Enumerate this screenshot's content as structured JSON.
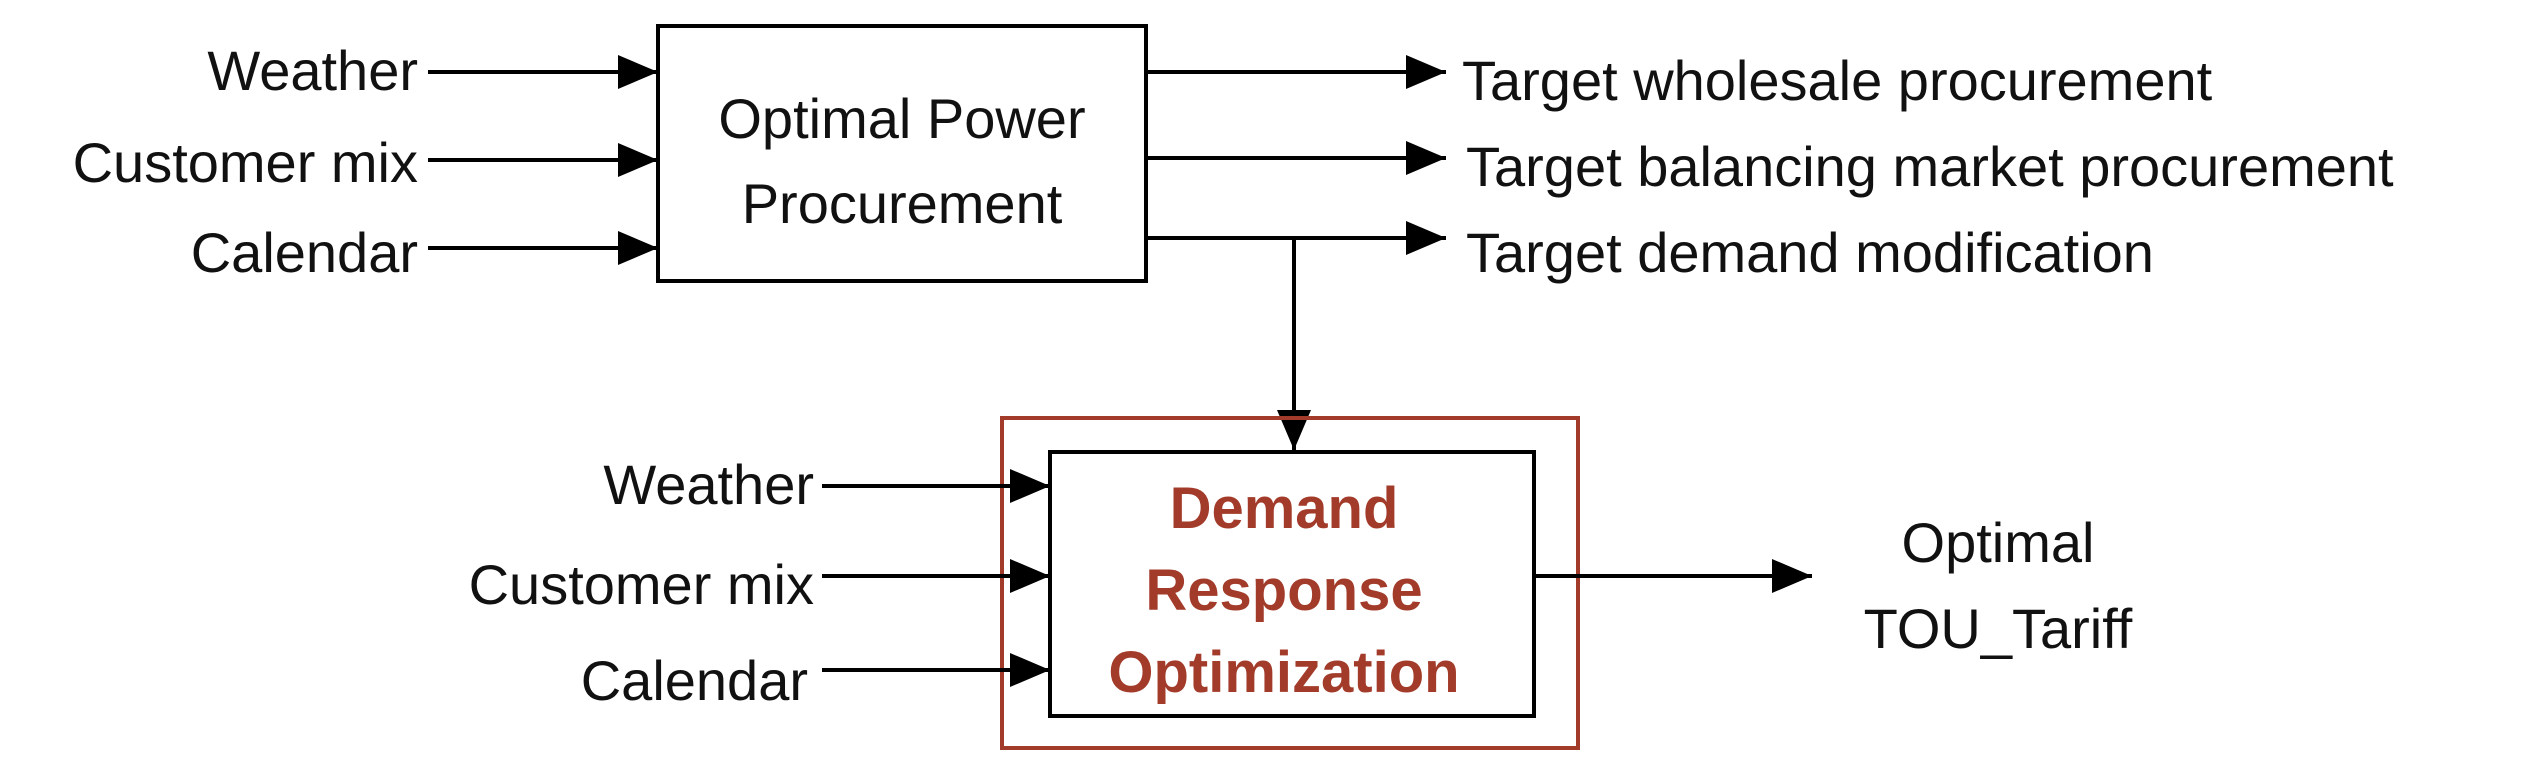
{
  "top_block": {
    "title_line1": "Optimal Power",
    "title_line2": "Procurement",
    "inputs": [
      "Weather",
      "Customer mix",
      "Calendar"
    ],
    "outputs": [
      "Target wholesale procurement",
      "Target balancing market procurement",
      "Target demand modification"
    ]
  },
  "bottom_block": {
    "title_line1": "Demand",
    "title_line2": "Response",
    "title_line3": "Optimization",
    "inputs": [
      "Weather",
      "Customer mix",
      "Calendar"
    ],
    "output_line1": "Optimal",
    "output_line2": "TOU_Tariff"
  },
  "colors": {
    "accent": "#a33b2a",
    "line": "#000000"
  }
}
